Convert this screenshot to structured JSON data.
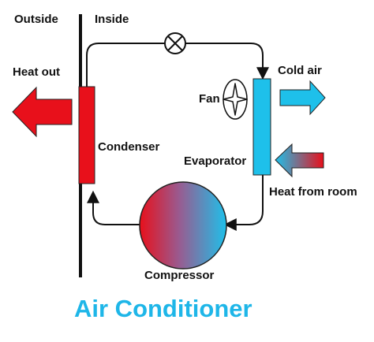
{
  "labels": {
    "outside": "Outside",
    "inside": "Inside",
    "heat_out": "Heat out",
    "cold_air": "Cold air",
    "fan": "Fan",
    "condenser": "Condenser",
    "evaporator": "Evaporator",
    "heat_from_room": "Heat from room",
    "compressor": "Compressor"
  },
  "title": "Air Conditioner",
  "icons": {
    "expansion_valve": "valve-icon",
    "fan": "fan-icon"
  },
  "colors": {
    "hot": "#e8101b",
    "cold": "#1ec0ea",
    "title": "#1eb6e8",
    "line": "#111111"
  }
}
